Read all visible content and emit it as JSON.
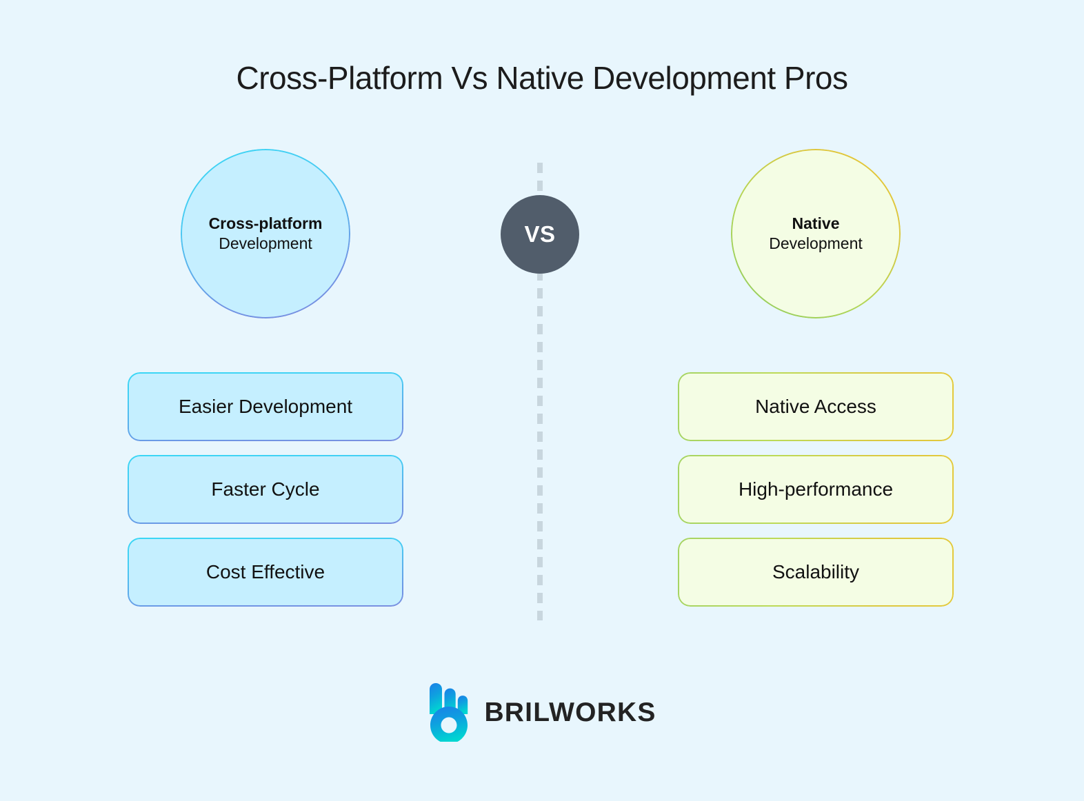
{
  "page": {
    "title": "Cross-Platform Vs Native Development Pros",
    "background_color": "#e8f6fd",
    "title_color": "#1c1c1c"
  },
  "divider": {
    "style": "dashed-vertical",
    "color": "#c8d6de"
  },
  "vs_badge": {
    "label": "VS",
    "background_color": "#515d6b",
    "text_color": "#ffffff"
  },
  "columns": [
    {
      "side": "left",
      "circle": {
        "title": "Cross-platform",
        "subtitle": "Development",
        "fill_color": "#c5efff",
        "border_gradient_from": "#3ad7f5",
        "border_gradient_to": "#7b8fe0"
      },
      "items": [
        {
          "label": "Easier Development"
        },
        {
          "label": "Faster Cycle"
        },
        {
          "label": "Cost Effective"
        }
      ],
      "item_fill_color": "#c5efff",
      "item_border_gradient_from": "#3ad7f5",
      "item_border_gradient_to": "#7b8fe0"
    },
    {
      "side": "right",
      "circle": {
        "title": "Native",
        "subtitle": "Development",
        "fill_color": "#f4fde4",
        "border_gradient_from": "#8fcc5e",
        "border_gradient_to": "#e9c62f"
      },
      "items": [
        {
          "label": "Native Access"
        },
        {
          "label": "High-performance"
        },
        {
          "label": "Scalability"
        }
      ],
      "item_fill_color": "#f4fde4",
      "item_border_gradient_from": "#a5d464",
      "item_border_gradient_to": "#e3c93c"
    }
  ],
  "footer": {
    "logo_mark_name": "brilworks-b-mark-icon",
    "logo_text": "BRILWORKS",
    "logo_text_color": "#232323",
    "logo_gradient_from": "#1a7fe8",
    "logo_gradient_to": "#00d6d1"
  }
}
